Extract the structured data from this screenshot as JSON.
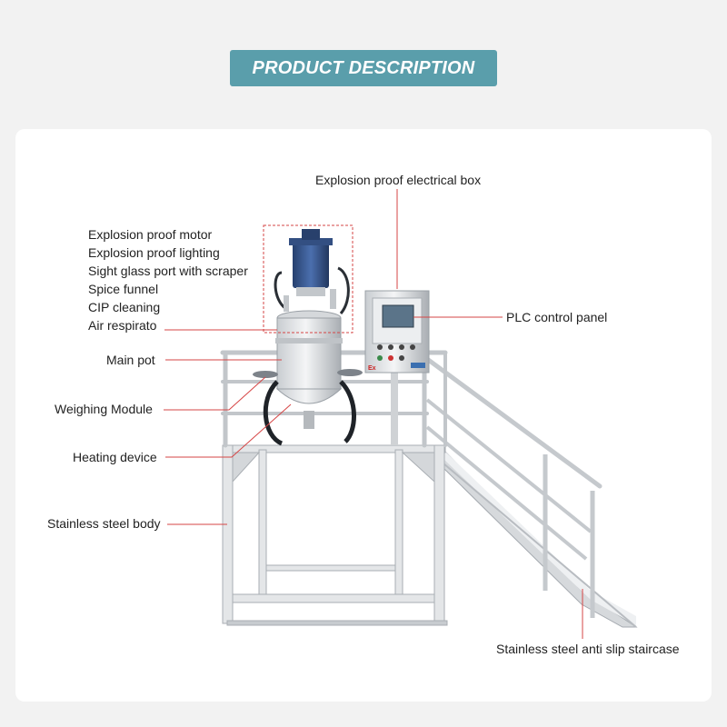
{
  "header": {
    "title": "PRODUCT DESCRIPTION"
  },
  "colors": {
    "banner": "#5a9eab",
    "leader_line": "#d64545",
    "steel_light": "#e4e6e8",
    "steel_dark": "#9aa0a6",
    "motor_blue": "#2f4e86"
  },
  "labels": {
    "electrical_box": "Explosion proof electrical box",
    "motor": "Explosion proof motor",
    "lighting": "Explosion proof lighting",
    "sight_glass": "Sight glass port with scraper",
    "spice_funnel": "Spice funnel",
    "cip": "CIP cleaning",
    "air": "Air respirato",
    "plc": "PLC control panel",
    "main_pot": "Main pot",
    "weighing": "Weighing Module",
    "heating": "Heating device",
    "body": "Stainless steel body",
    "staircase": "Stainless steel anti slip staircase"
  },
  "panel": {
    "badge": "Ex"
  }
}
